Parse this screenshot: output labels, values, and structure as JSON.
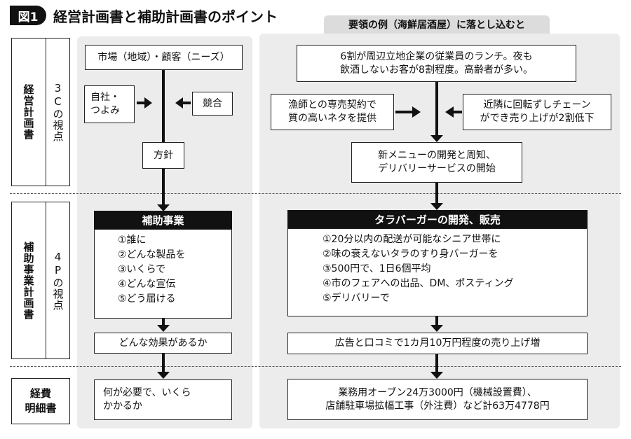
{
  "title": {
    "badge": "図1",
    "text": "経営計画書と補助計画書のポイント",
    "example_tab": "要領の例（海鮮居酒屋）に落とし込むと"
  },
  "rows": {
    "management": {
      "label": "経営計画書",
      "sub": "3Cの視点"
    },
    "subsidy": {
      "label": "補助事業計画書",
      "sub": "4Pの視点"
    },
    "expense": {
      "label": "経費\n明細書"
    }
  },
  "left": {
    "market": "市場（地域）・顧客（ニーズ）",
    "self": "自社・\nつよみ",
    "competitor": "競合",
    "policy": "方針",
    "project_header": "補助事業",
    "points": "①誰に\n②どんな製品を\n③いくらで\n④どんな宣伝\n⑤どう届ける",
    "effect": "どんな効果があるか",
    "cost": "何が必要で、いくら\nかかるか"
  },
  "right": {
    "market": "6割が周辺立地企業の従業員のランチ。夜も\n飲酒しないお客が8割程度。高齢者が多い。",
    "self": "漁師との専売契約で\n質の高いネタを提供",
    "competitor": "近隣に回転ずしチェーン\nができ売り上げが2割低下",
    "policy": "新メニューの開発と周知、\nデリバリーサービスの開始",
    "project_header": "タラバーガーの開発、販売",
    "points": "①20分以内の配送が可能なシニア世帯に\n②味の衰えないタラのすり身バーガーを\n③500円で、1日6個平均\n④市のフェアへの出品、DM、ポスティング\n⑤デリバリーで",
    "effect": "広告と口コミで1カ月10万円程度の売り上げ増",
    "cost": "業務用オーブン24万3000円（機械設置費）、\n店舗駐車場拡幅工事（外注費）など計63万4778円"
  }
}
